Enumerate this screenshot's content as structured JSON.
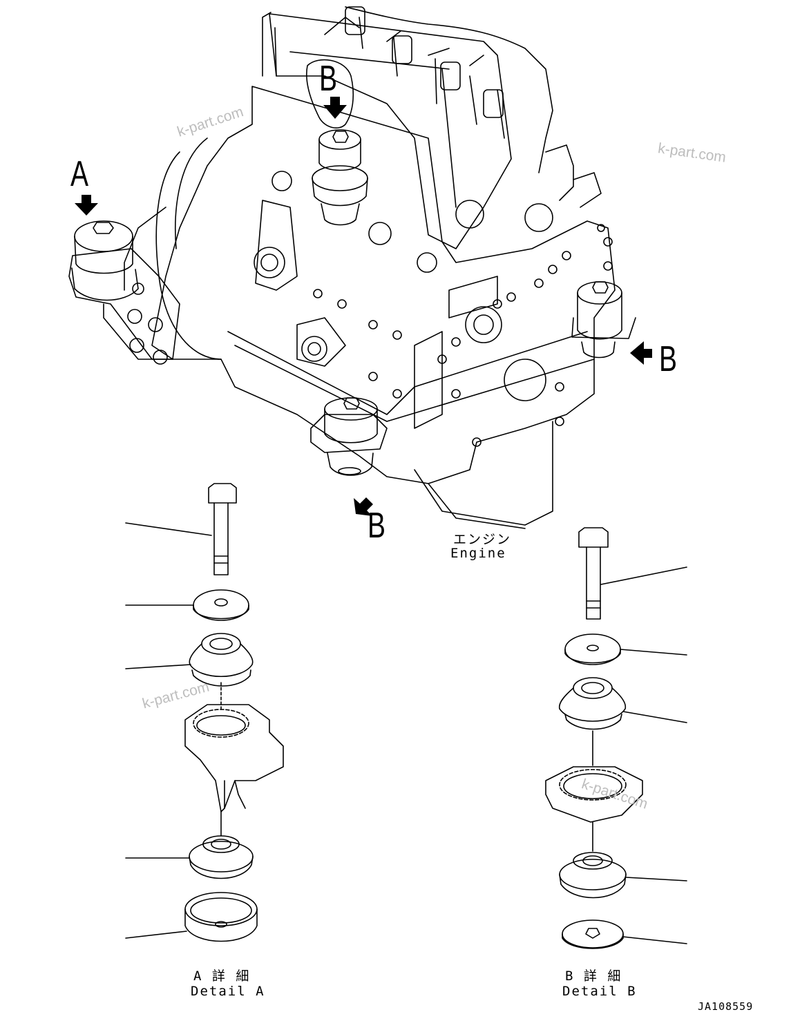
{
  "callouts": {
    "a": "A",
    "b_top": "B",
    "b_right": "B",
    "b_bottom": "B"
  },
  "engine_label": {
    "jp": "エンジン",
    "en": "Engine"
  },
  "detail_a": {
    "jp": "A 詳 細",
    "en": "Detail A"
  },
  "detail_b": {
    "jp": "B 詳 細",
    "en": "Detail B"
  },
  "figure_id": "JA108559",
  "watermark": "k-part.com"
}
